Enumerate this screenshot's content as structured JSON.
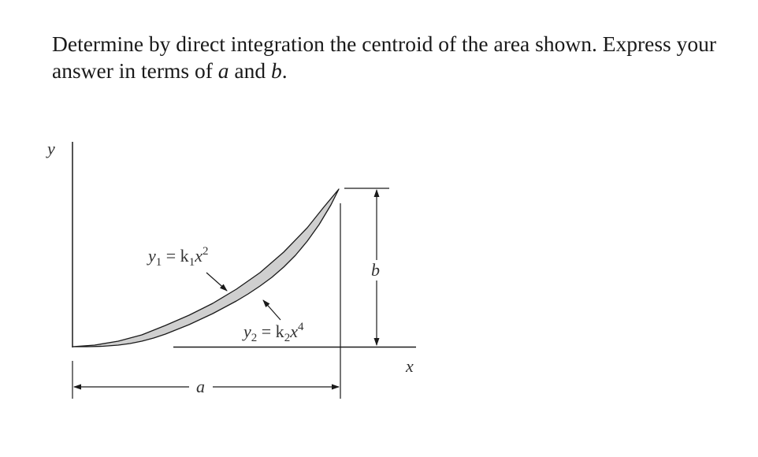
{
  "problem": {
    "text_part1": "Determine by direct integration the centroid of the area shown. Express your answer in terms of ",
    "var_a": "a",
    "text_and": " and ",
    "var_b": "b",
    "text_end": "."
  },
  "figure": {
    "y_axis_label": "y",
    "x_axis_label": "x",
    "curve1": {
      "lhs": "y",
      "lhs_sub": "1",
      "eq": " = k",
      "k_sub": "1",
      "var": "x",
      "exp": "2"
    },
    "curve2": {
      "lhs": "y",
      "lhs_sub": "2",
      "eq": " = k",
      "k_sub": "2",
      "var": "x",
      "exp": "4"
    },
    "dim_a": "a",
    "dim_b": "b",
    "colors": {
      "shaded_area": "#cfcfcf",
      "lines": "#1a1a1a"
    }
  }
}
